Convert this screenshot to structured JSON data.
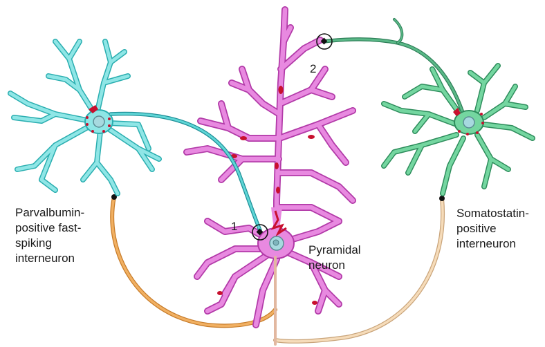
{
  "labels": {
    "parvalbumin": [
      "Parvalbumin-",
      "positive fast-",
      "spiking",
      "interneuron"
    ],
    "pyramidal": [
      "Pyramidal",
      "neuron"
    ],
    "somatostatin": [
      "Somatostatin-",
      "positive",
      "interneuron"
    ]
  },
  "synapse_markers": {
    "one": "1",
    "two": "2"
  },
  "colors": {
    "pyramidal_fill": "#e889e0",
    "pyramidal_stroke": "#b23aa8",
    "parvalbumin_fill": "#7fe0e0",
    "parvalbumin_stroke": "#2aaeb0",
    "somatostatin_fill": "#6ccf9a",
    "somatostatin_stroke": "#2e8d5c",
    "parvalbumin_input_axon": "#e8a04a",
    "somatostatin_input_axon": "#ecc79a",
    "red_puncta": "#c8102e"
  }
}
